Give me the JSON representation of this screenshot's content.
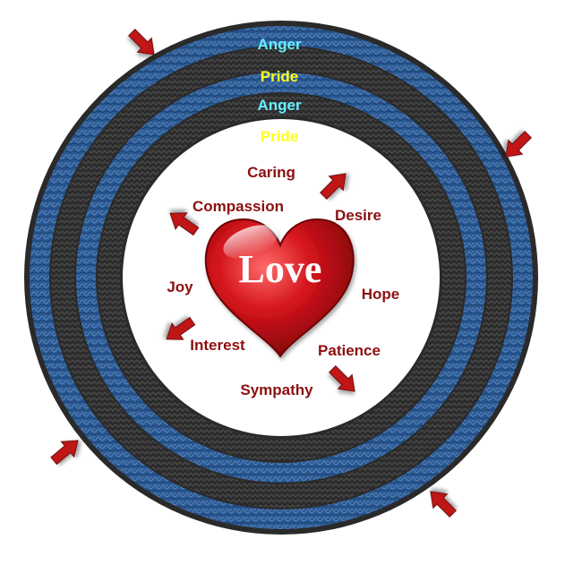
{
  "diagram": {
    "center_word": "Love",
    "ring_labels": [
      "Anger",
      "Pride",
      "Anger",
      "Pride"
    ],
    "inner_emotions": {
      "caring": "Caring",
      "compassion": "Compassion",
      "desire": "Desire",
      "joy": "Joy",
      "hope": "Hope",
      "interest": "Interest",
      "patience": "Patience",
      "sympathy": "Sympathy"
    }
  },
  "colors": {
    "blue_ring": "#2c5a93",
    "dark_ring": "#353535",
    "ring_edge": "#2a2a2a",
    "anger_text": "#66f0ff",
    "pride_text": "#ffff1a",
    "emotion_text": "#8b1010",
    "heart": "#c8121a",
    "arrow": "#c01818"
  },
  "icons": {
    "heart": "heart-icon",
    "arrow": "arrow-icon"
  }
}
